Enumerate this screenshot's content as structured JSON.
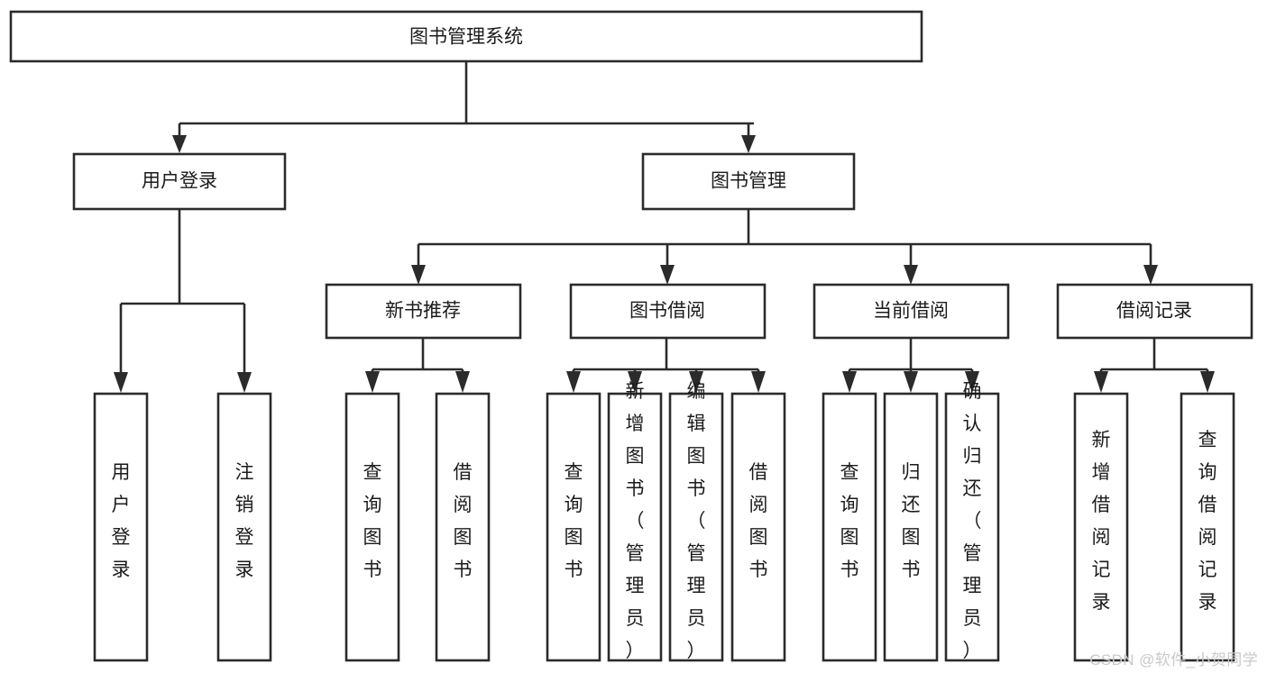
{
  "diagram": {
    "type": "tree-hierarchy",
    "title": "图书管理系统",
    "watermark": "CSDN @软件_小贺同学",
    "colors": {
      "stroke": "#2b2b2b",
      "fill": "#ffffff",
      "text": "#1b1b1b",
      "watermark": "#c9c9c9"
    },
    "nodes": {
      "root": {
        "label": "图书管理系统"
      },
      "level2": [
        {
          "id": "user-login",
          "label": "用户登录"
        },
        {
          "id": "book-management",
          "label": "图书管理"
        }
      ],
      "level3": [
        {
          "id": "new-book-recommend",
          "label": "新书推荐"
        },
        {
          "id": "book-borrow",
          "label": "图书借阅"
        },
        {
          "id": "current-borrow",
          "label": "当前借阅"
        },
        {
          "id": "borrow-record",
          "label": "借阅记录"
        }
      ],
      "leaves": {
        "user-login": [
          {
            "id": "leaf-user-login",
            "label": "用户登录"
          },
          {
            "id": "leaf-logout-login",
            "label": "注销登录"
          }
        ],
        "new-book-recommend": [
          {
            "id": "leaf-query-book-1",
            "label": "查询图书"
          },
          {
            "id": "leaf-borrow-book-1",
            "label": "借阅图书"
          }
        ],
        "book-borrow": [
          {
            "id": "leaf-query-book-2",
            "label": "查询图书"
          },
          {
            "id": "leaf-add-book",
            "label": "新增图书（管理员）"
          },
          {
            "id": "leaf-edit-book",
            "label": "编辑图书（管理员）"
          },
          {
            "id": "leaf-borrow-book-2",
            "label": "借阅图书"
          }
        ],
        "current-borrow": [
          {
            "id": "leaf-query-book-3",
            "label": "查询图书"
          },
          {
            "id": "leaf-return-book",
            "label": "归还图书"
          },
          {
            "id": "leaf-confirm-return",
            "label": "确认归还（管理员）"
          }
        ],
        "borrow-record": [
          {
            "id": "leaf-add-record",
            "label": "新增借阅记录"
          },
          {
            "id": "leaf-query-record",
            "label": "查询借阅记录"
          }
        ]
      }
    }
  }
}
